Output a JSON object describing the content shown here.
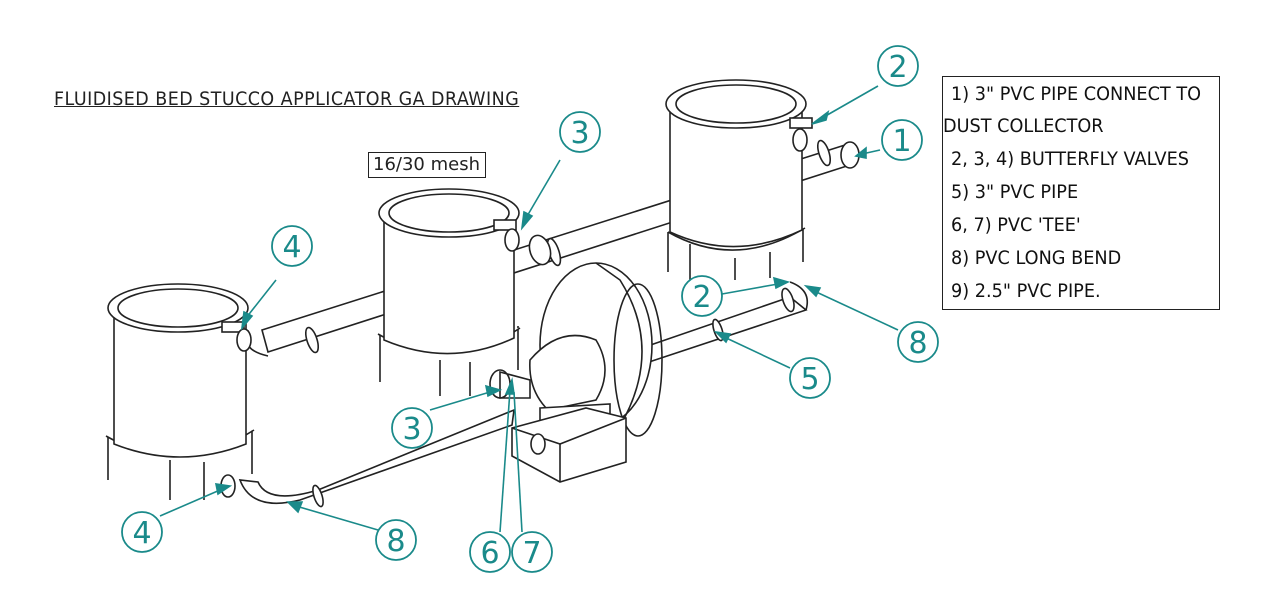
{
  "title": "FLUIDISED BED STUCCO APPLICATOR GA DRAWING",
  "mesh_label": "16/30 mesh",
  "legend": [
    "1) 3\" PVC PIPE CONNECT TO",
    "DUST COLLECTOR",
    "2, 3, 4) BUTTERFLY VALVES",
    "5) 3\" PVC PIPE",
    "6, 7) PVC 'TEE'",
    "8) PVC LONG BEND",
    "9) 2.5\" PVC PIPE."
  ],
  "callouts": [
    "2",
    "1",
    "3",
    "4",
    "2",
    "8",
    "5",
    "3",
    "4",
    "8",
    "6",
    "7"
  ],
  "colors": {
    "callout": "#1a8a8a",
    "line": "#222222"
  }
}
